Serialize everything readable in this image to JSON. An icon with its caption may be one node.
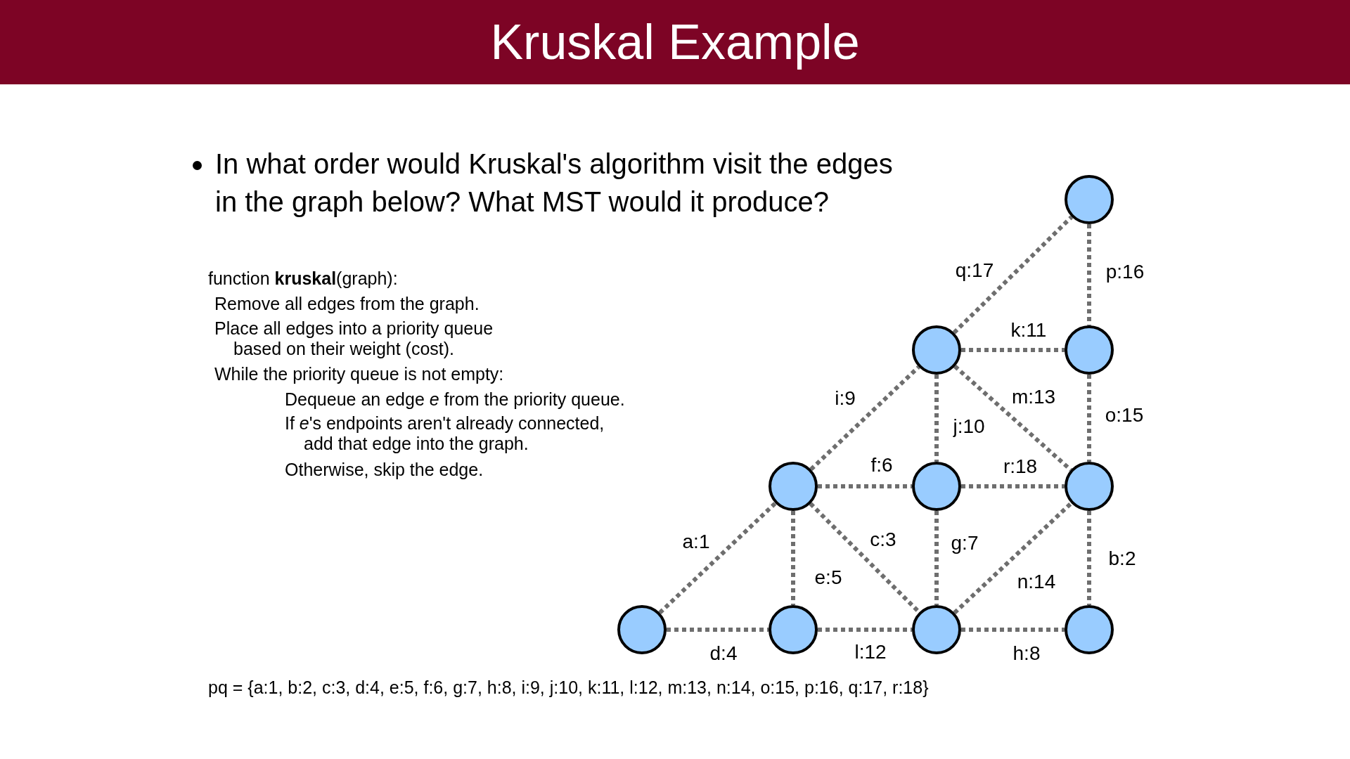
{
  "diagram": {
    "title": "Kruskal Example",
    "nodes": [
      {
        "text": [],
        "shape": "circle"
      },
      {
        "text": [],
        "shape": "circle"
      },
      {
        "text": [],
        "shape": "circle"
      },
      {
        "text": [],
        "shape": "circle"
      },
      {
        "text": [],
        "shape": "circle"
      },
      {
        "text": [],
        "shape": "circle"
      },
      {
        "text": [],
        "shape": "circle"
      },
      {
        "text": [],
        "shape": "circle"
      },
      {
        "text": [],
        "shape": "circle"
      },
      {
        "text": [],
        "shape": "circle"
      }
    ],
    "edges": [
      {
        "from": 6,
        "to": 3,
        "arrow": "none",
        "label": "a:1",
        "style": "dashed"
      },
      {
        "from": 5,
        "to": 9,
        "arrow": "none",
        "label": "b:2",
        "style": "dashed"
      },
      {
        "from": 3,
        "to": 8,
        "arrow": "none",
        "label": "c:3",
        "style": "dashed"
      },
      {
        "from": 6,
        "to": 7,
        "arrow": "none",
        "label": "d:4",
        "style": "dashed"
      },
      {
        "from": 3,
        "to": 7,
        "arrow": "none",
        "label": "e:5",
        "style": "dashed"
      },
      {
        "from": 3,
        "to": 4,
        "arrow": "none",
        "label": "f:6",
        "style": "dashed"
      },
      {
        "from": 4,
        "to": 8,
        "arrow": "none",
        "label": "g:7",
        "style": "dashed"
      },
      {
        "from": 8,
        "to": 9,
        "arrow": "none",
        "label": "h:8",
        "style": "dashed"
      },
      {
        "from": 3,
        "to": 1,
        "arrow": "none",
        "label": "i:9",
        "style": "dashed"
      },
      {
        "from": 1,
        "to": 4,
        "arrow": "none",
        "label": "j:10",
        "style": "dashed"
      },
      {
        "from": 1,
        "to": 2,
        "arrow": "none",
        "label": "k:11",
        "style": "dashed"
      },
      {
        "from": 7,
        "to": 8,
        "arrow": "none",
        "label": "l:12",
        "style": "dashed"
      },
      {
        "from": 1,
        "to": 5,
        "arrow": "none",
        "label": "m:13",
        "style": "dashed"
      },
      {
        "from": 8,
        "to": 5,
        "arrow": "none",
        "label": "n:14",
        "style": "dashed"
      },
      {
        "from": 2,
        "to": 5,
        "arrow": "none",
        "label": "o:15",
        "style": "dashed"
      },
      {
        "from": 0,
        "to": 2,
        "arrow": "none",
        "label": "p:16",
        "style": "dashed"
      },
      {
        "from": 1,
        "to": 0,
        "arrow": "none",
        "label": "q:17",
        "style": "dashed"
      },
      {
        "from": 4,
        "to": 5,
        "arrow": "none",
        "label": "r:18",
        "style": "dashed"
      }
    ],
    "labels": [
      "In what order would Kruskal's algorithm visit the edges in the graph below? What MST would it produce?",
      "function **kruskal**(graph):",
      "Remove all edges from the graph.",
      "Place all edges into a priority queue based on their weight (cost).",
      "While the priority queue is not empty:",
      "Dequeue an edge *e* from the priority queue.",
      "If *e*'s endpoints aren't already connected, add that edge into the graph.",
      "Otherwise, skip the edge.",
      "pq = {a:1, b:2, c:3, d:4, e:5, f:6, g:7, h:8, i:9, j:10, k:11, l:12, m:13, n:14, o:15, p:16, q:17, r:18}"
    ]
  }
}
